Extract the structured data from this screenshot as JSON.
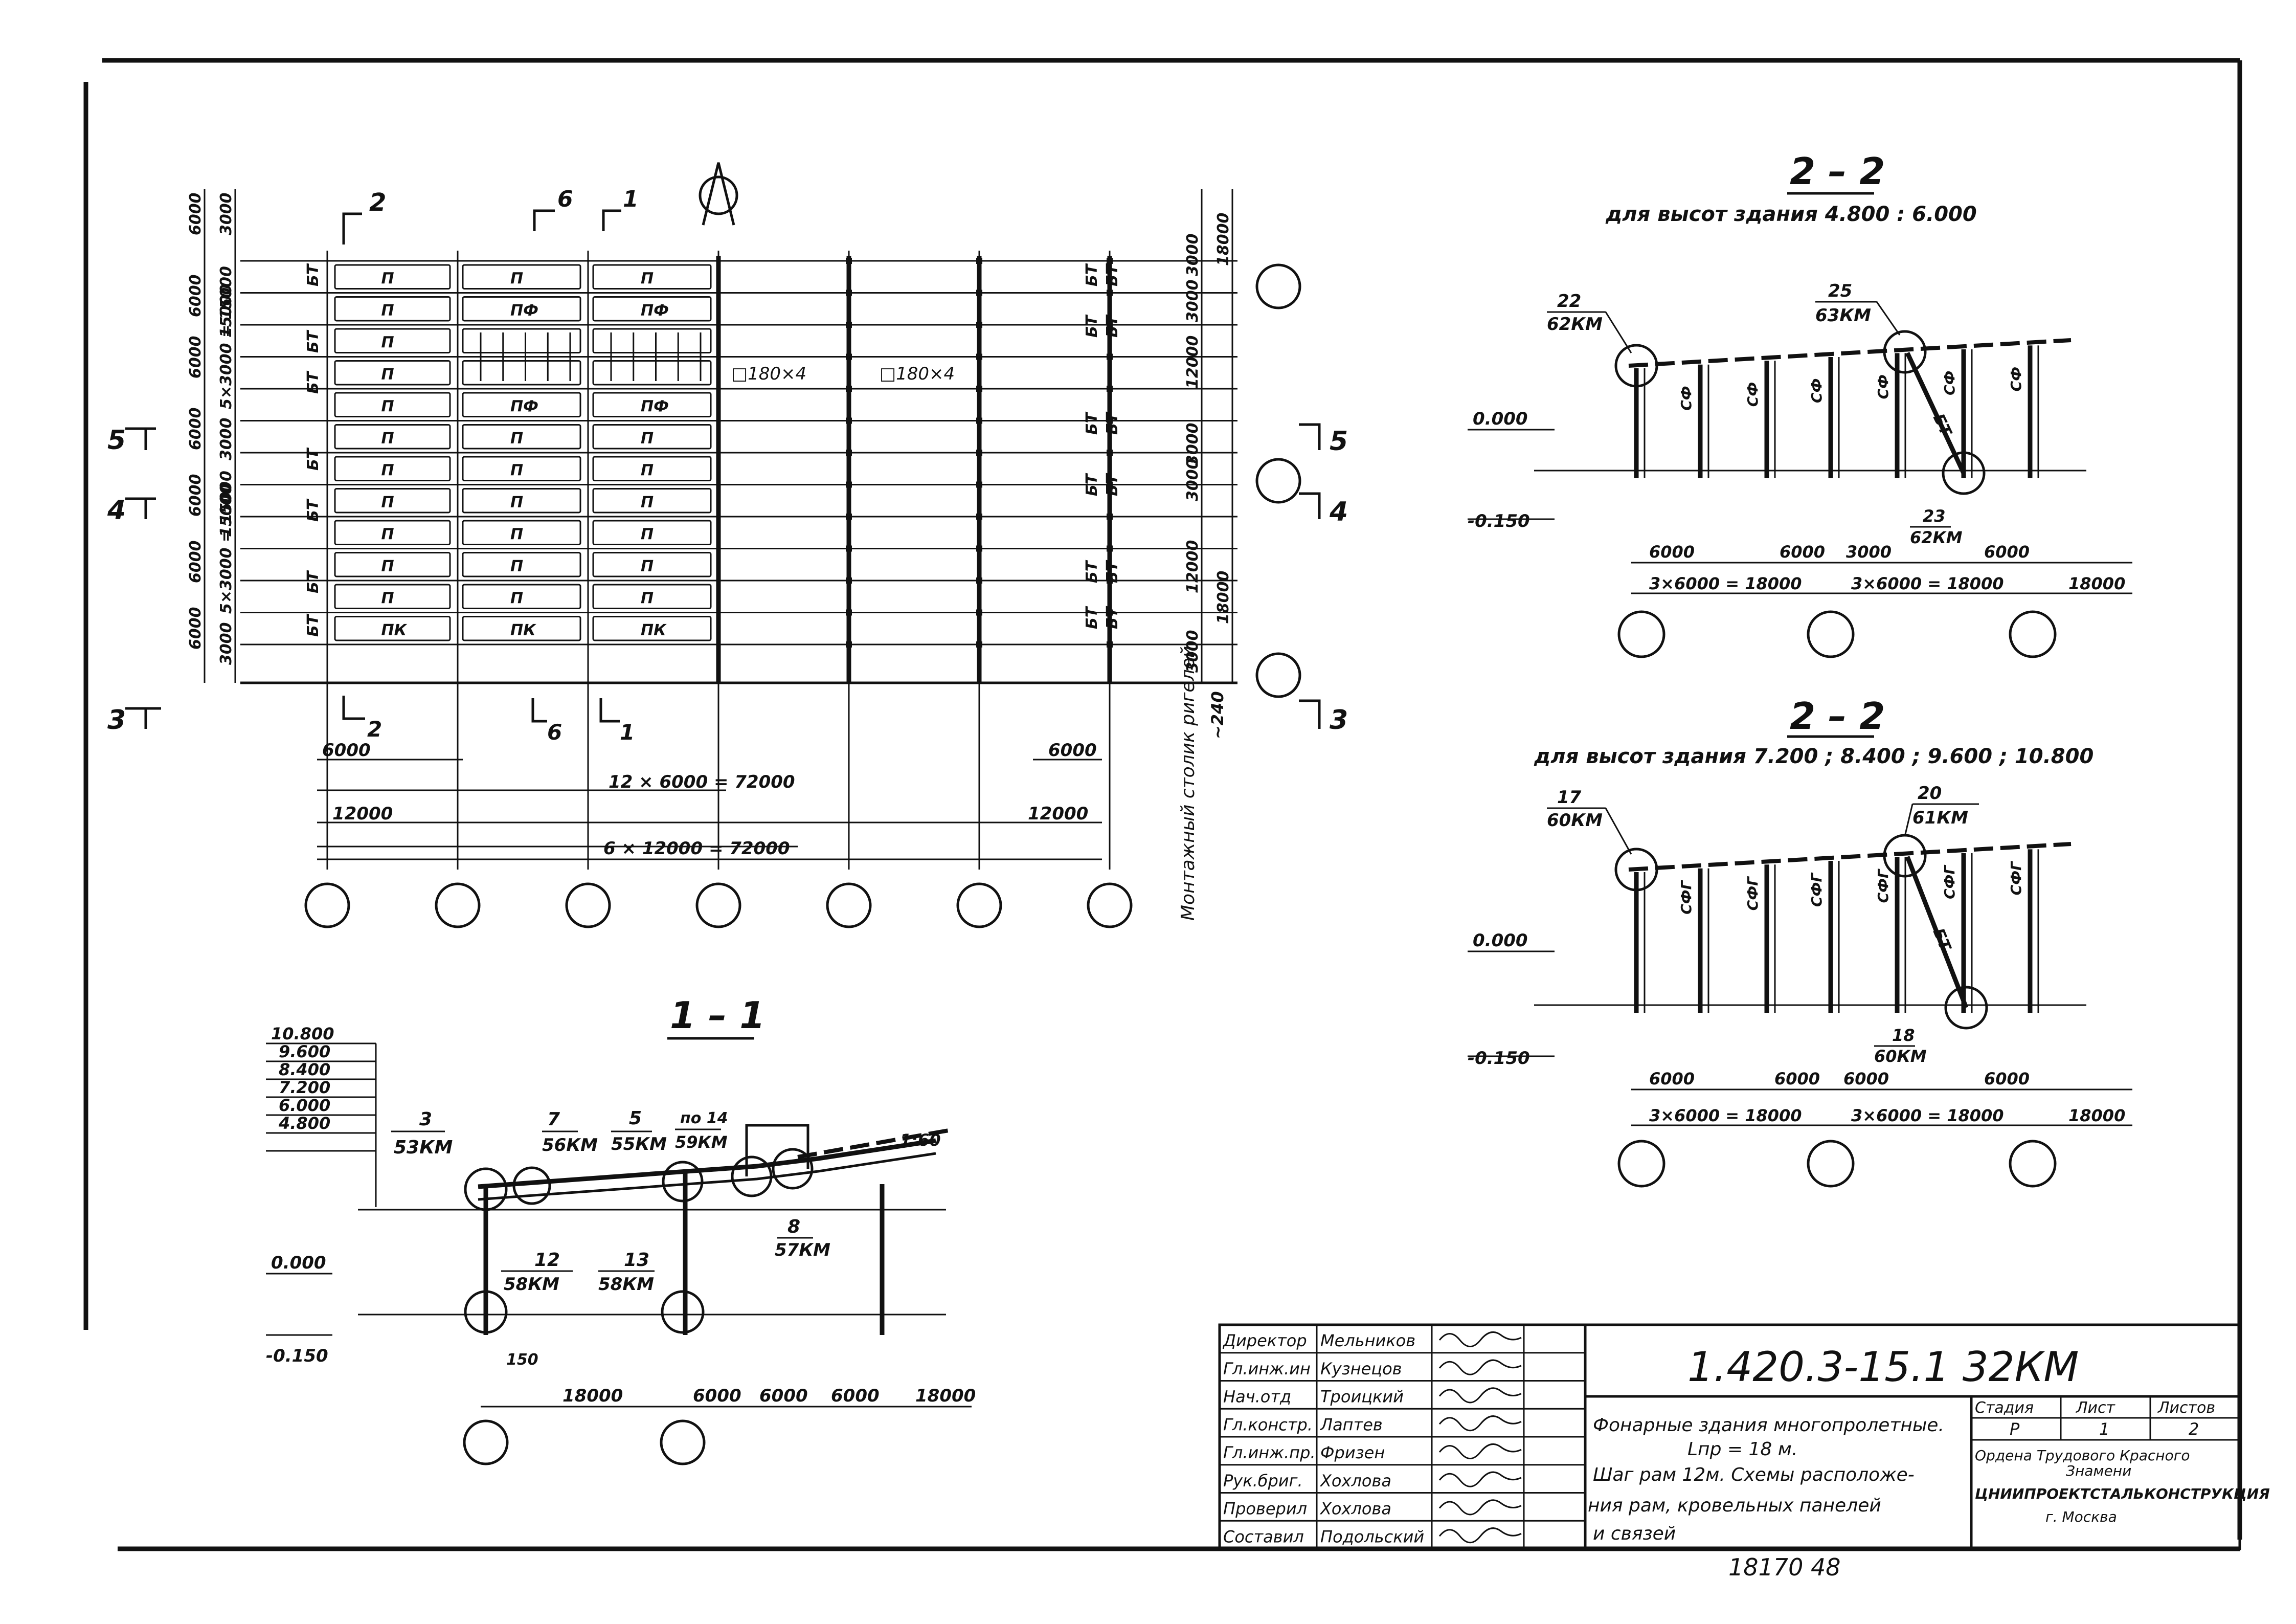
{
  "plan": {
    "section_marks": [
      "2",
      "6",
      "1"
    ],
    "left_dims_outer": [
      "6000",
      "6000",
      "6000",
      "6000",
      "6000",
      "6000",
      "6000"
    ],
    "left_dims_inner": [
      "3000",
      "15000",
      "5×3000 = 15000",
      "3000",
      "15000",
      "5×3000 = 15000",
      "3000"
    ],
    "right_dims_inner": [
      "3000",
      "3000",
      "12000",
      "3000",
      "3000",
      "12000",
      "3000"
    ],
    "right_dims_outer": [
      "18000",
      "18000"
    ],
    "bt_label": "БТ",
    "row_labels": [
      [
        "П",
        "П",
        "П"
      ],
      [
        "П",
        "ПФ",
        "ПФ"
      ],
      [
        "П",
        "",
        ""
      ],
      [
        "П",
        "",
        ""
      ],
      [
        "П",
        "ПФ",
        "ПФ"
      ],
      [
        "П",
        "П",
        "П"
      ],
      [
        "П",
        "П",
        "П"
      ],
      [
        "П",
        "П",
        "П"
      ],
      [
        "П",
        "П",
        "П"
      ],
      [
        "П",
        "П",
        "П"
      ],
      [
        "П",
        "П",
        "П"
      ],
      [
        "ПК",
        "ПК",
        "ПК"
      ]
    ],
    "tube_1": "□180×4",
    "tube_2": "□180×4",
    "dim_6000_left": "6000",
    "dim_6000_right": "6000",
    "dim_12_6000": "12 × 6000 = 72000",
    "dim_12000_left": "12000",
    "dim_12000_right": "12000",
    "dim_6_12000": "6 × 12000 = 72000",
    "dim_240": "~240",
    "vertical_note": "Монтажный столик ригелей",
    "marks_left": [
      "5",
      "4",
      "3"
    ],
    "marks_right": [
      "5",
      "4",
      "3"
    ]
  },
  "section_11": {
    "title": "1 – 1",
    "levels": [
      "10.800",
      "9.600",
      "8.400",
      "7.200",
      "6.000",
      "4.800"
    ],
    "level_0": "0.000",
    "level_m": "-0.150",
    "nodes": [
      {
        "num": "3",
        "sheet": "53КМ"
      },
      {
        "num": "7",
        "sheet": "56КМ"
      },
      {
        "num": "5",
        "sheet": "55КМ"
      },
      {
        "num": "по 14",
        "sheet": "59КМ"
      },
      {
        "num": "8",
        "sheet": "57КМ"
      },
      {
        "num": "12",
        "sheet": "58КМ"
      },
      {
        "num": "13",
        "sheet": "58КМ"
      }
    ],
    "slope": "1:60",
    "dim_150": "150",
    "dims": [
      "18000",
      "6000",
      "6000",
      "6000",
      "18000"
    ]
  },
  "section_22a": {
    "title": "2 – 2",
    "subtitle": "для высот здания  4.800 : 6.000",
    "nodes": [
      {
        "num": "22",
        "sheet": "62КМ"
      },
      {
        "num": "25",
        "sheet": "63КМ"
      },
      {
        "num": "23",
        "sheet": "62КМ"
      }
    ],
    "level_0": "0.000",
    "level_m": "-0.150",
    "col_label": "СФ",
    "brace": "БТ",
    "dims_row1": [
      "6000",
      "6000",
      "3000",
      "6000"
    ],
    "dims_row2": [
      "3×6000 = 18000",
      "3×6000 = 18000",
      "18000"
    ]
  },
  "section_22b": {
    "title": "2 – 2",
    "subtitle": "для высот здания  7.200 ; 8.400 ; 9.600 ; 10.800",
    "nodes": [
      {
        "num": "17",
        "sheet": "60КМ"
      },
      {
        "num": "20",
        "sheet": "61КМ"
      },
      {
        "num": "18",
        "sheet": "60КМ"
      }
    ],
    "level_0": "0.000",
    "level_m": "-0.150",
    "col_label": "СФГ",
    "brace": "БТ",
    "dims_row1": [
      "6000",
      "6000",
      "6000",
      "6000"
    ],
    "dims_row2": [
      "3×6000 = 18000",
      "3×6000 = 18000",
      "18000"
    ]
  },
  "title_block": {
    "roles": [
      "Директор",
      "Гл.инж.ин",
      "Нач.отд",
      "Гл.констр.",
      "Гл.инж.пр.",
      "Рук.бриг.",
      "Проверил",
      "Составил"
    ],
    "names": [
      "Мельников",
      "Кузнецов",
      "Троицкий",
      "Лаптев",
      "Фризен",
      "Хохлова",
      "Хохлова",
      "Подольский"
    ],
    "code": "1.420.3-15.1   32КМ",
    "desc_1": "Фонарные здания многопролетные.",
    "desc_2": "Lпр = 18 м.",
    "desc_3": "Шаг рам 12м. Схемы расположе-",
    "desc_4": "ния рам, кровельных панелей",
    "desc_5": "и связей",
    "stage_h": "Стадия",
    "sheet_h": "Лист",
    "sheets_h": "Листов",
    "stage": "Р",
    "sheet": "1",
    "sheets": "2",
    "org_1": "Ордена Трудового Красного",
    "org_2": "Знамени",
    "org_3": "ЦНИИПРОЕКТСТАЛЬКОНСТРУКЦИЯ",
    "org_4": "г. Москва",
    "inv": "18170   48"
  }
}
